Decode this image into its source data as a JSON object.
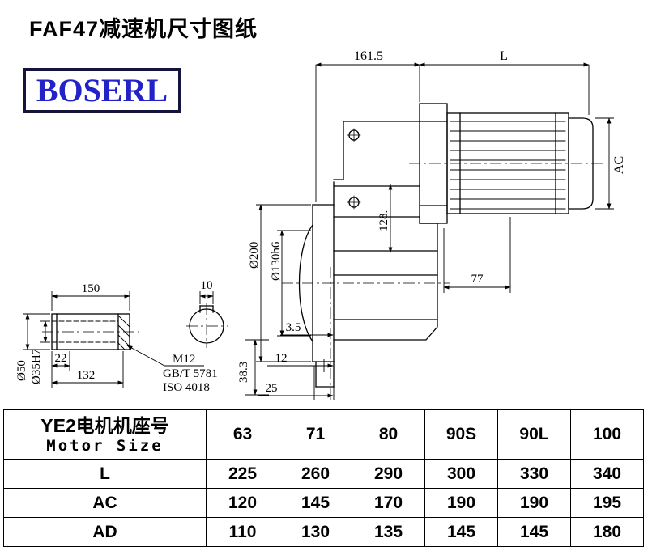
{
  "page": {
    "title": "FAF47减速机尺寸图纸",
    "logo": "BOSERL"
  },
  "drawing": {
    "dims": {
      "top_width": "161.5",
      "motor_length": "L",
      "motor_ac": "AC",
      "flange_dia": "Ø200",
      "spigot_dia": "Ø130h6",
      "axis_offset": "128.",
      "gap_77": "77",
      "flange_3_5": "3.5",
      "flange_12": "12",
      "flange_25": "25",
      "keyway_38_3": "38.3",
      "shaft_len_150": "150",
      "key_width_10": "10",
      "shaft_22": "22",
      "bore_depth_132": "132",
      "shaft_od": "Ø50",
      "bore_dia": "Ø35H7",
      "screw": "M12",
      "screw_std_gb": "GB/T 5781",
      "screw_std_iso": "ISO 4018"
    }
  },
  "table": {
    "header": {
      "cn": "YE2电机机座号",
      "en": "Motor Size"
    },
    "columns": [
      "63",
      "71",
      "80",
      "90S",
      "90L",
      "100"
    ],
    "rows": [
      {
        "label": "L",
        "values": [
          "225",
          "260",
          "290",
          "300",
          "330",
          "340"
        ]
      },
      {
        "label": "AC",
        "values": [
          "120",
          "145",
          "170",
          "190",
          "190",
          "195"
        ]
      },
      {
        "label": "AD",
        "values": [
          "110",
          "130",
          "135",
          "145",
          "145",
          "180"
        ]
      }
    ]
  }
}
